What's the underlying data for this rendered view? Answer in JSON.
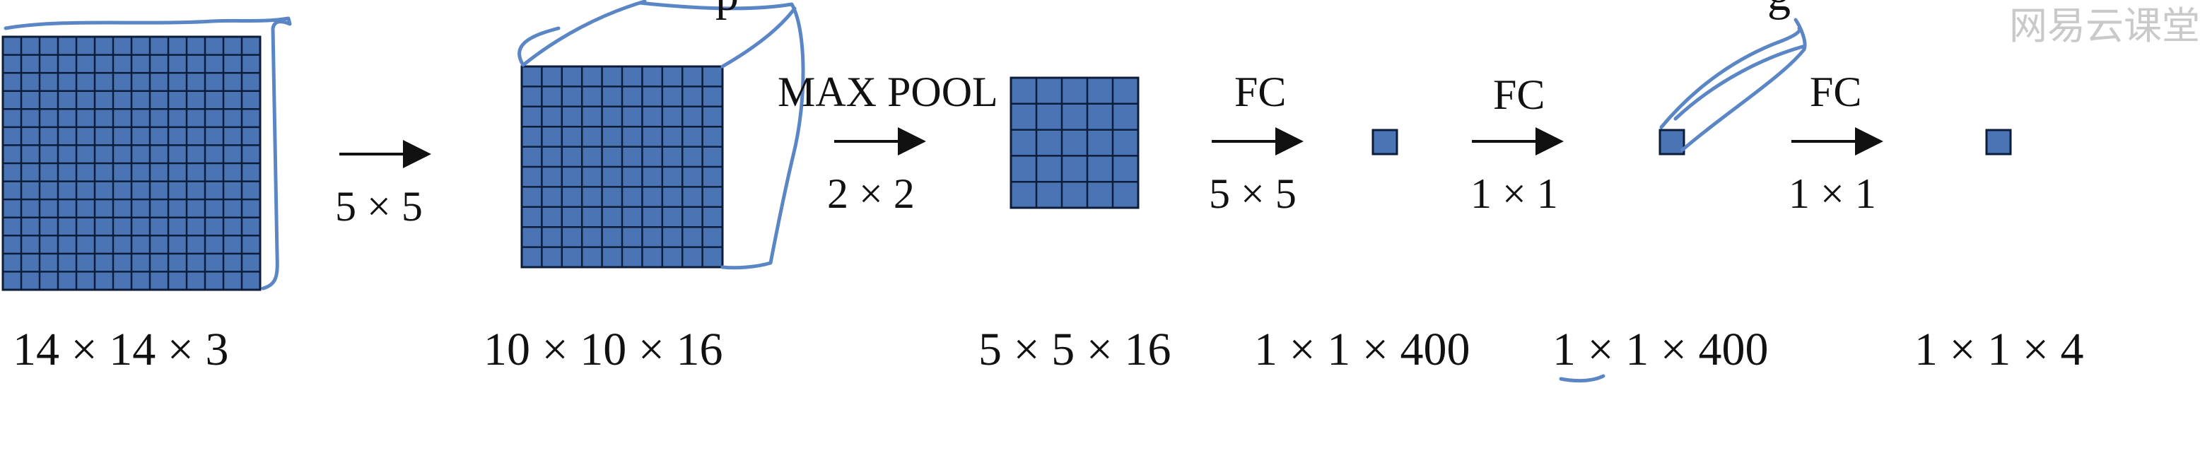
{
  "ops": {
    "op1_bottom": "5 × 5",
    "op2_top": "MAX POOL",
    "op2_bottom": "2 × 2",
    "op3_top": "FC",
    "op3_bottom": "5 × 5",
    "op4_top": "FC",
    "op4_bottom": "1 × 1",
    "op5_top": "FC",
    "op5_bottom": "1 × 1"
  },
  "dims": {
    "input": "14 × 14  × 3",
    "conv": "10 × 10 × 16",
    "pool": "5 × 5 × 16",
    "fc1": "1 × 1 × 400",
    "fc2": "1 × 1 × 400",
    "out": "1 × 1 × 4"
  },
  "top_cut_glyphs": {
    "left": "p",
    "right": "g"
  },
  "watermark": "网易云课堂",
  "colors": {
    "fill": "#4a74b4",
    "grid": "#0c1d3a",
    "ink": "#5b86c5",
    "arrow": "#111111"
  }
}
